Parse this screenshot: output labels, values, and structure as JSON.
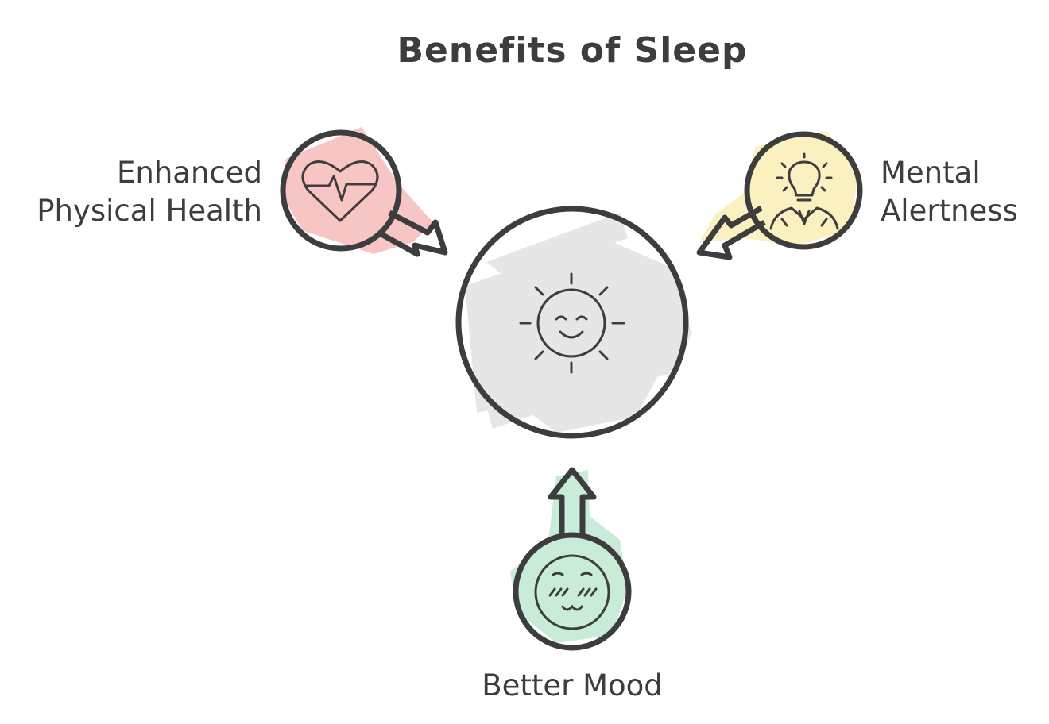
{
  "title": "Benefits of Sleep",
  "center": {
    "icon": "smiling-sun-icon"
  },
  "benefits": [
    {
      "id": "physical",
      "lines": [
        "Enhanced",
        "Physical Health"
      ],
      "icon": "heartbeat-icon",
      "color": "#f8c5c5"
    },
    {
      "id": "mental",
      "lines": [
        "Mental",
        "Alertness"
      ],
      "icon": "lightbulb-person-icon",
      "color": "#fbf1c0"
    },
    {
      "id": "mood",
      "lines": [
        "Better Mood"
      ],
      "icon": "blushing-face-icon",
      "color": "#c9ecd9"
    }
  ],
  "colors": {
    "outline": "#3d3d3d",
    "center_fill": "#e6e6e6",
    "background": "#ffffff"
  }
}
